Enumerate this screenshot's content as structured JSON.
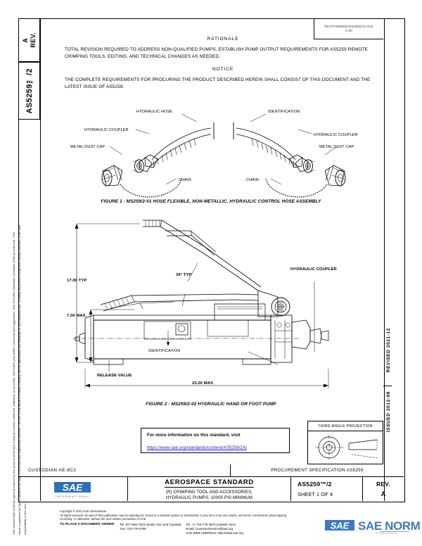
{
  "document": {
    "standard_number": "AS5259™/2",
    "revision_label": "REV.",
    "revision": "A",
    "reaffirm_box": "REAFFIRMED/ISSUED/CLASS\n2-20",
    "issued": "ISSUED 2012-08",
    "revised": "REVISED 2021-12"
  },
  "header": {
    "rationale_title": "RATIONALE",
    "rationale_text": "TOTAL REVISION REQUIRED TO ADDRESS NON-QUALIFIED PUMPS, ESTABLISH PUMP OUTPUT REQUIREMENTS FOR AS5259 REMOTE CRIMPING TOOLS, EDITING, AND TECHNICAL CHANGES AS NEEDED.",
    "notice_title": "NOTICE",
    "notice_text": "THE COMPLETE REQUIREMENTS FOR PROCURING THE PRODUCT DESCRIBED HEREIN SHALL CONSIST OF THIS DOCUMENT AND THE LATEST ISSUE OF AS5259."
  },
  "disclaimer": "SAE reviews each technical report at least every five years at which time it may be revised, reaffirmed, stabilized, or cancelled. SAE invites your written comments and suggestions. SAE Executive Standards Committee Rules provide that: \"This report is published by SAE to advance the state of technical and engineering sciences. The use of this report is entirely voluntary, and its applicability and suitability for any particular use, including any patent infringement arising therefrom, is the sole responsibility of the user.\"",
  "figure1": {
    "caption": "FIGURE 1 - MS259/2-01 HOSE FLEXIBLE, NON-METALLIC, HYDRAULIC CONTROL HOSE ASSEMBLY",
    "labels": {
      "hose": "HYDRAULIC HOSE",
      "identification": "IDENTIFICATION",
      "coupler_left": "HYDRAULIC COUPLER",
      "coupler_right": "HYDRAULIC COUPLER",
      "cap_left": "METAL DUST CAP",
      "cap_right": "METAL DUST CAP",
      "chain_left": "CHAIN",
      "chain_right": "CHAIN"
    }
  },
  "figure2": {
    "caption": "FIGURE 2 - MS259/2-02 HYDRAULIC HAND OR FOOT PUMP",
    "labels": {
      "height": "17.00 TYP",
      "body_height": "7.00 MAX.",
      "angle": "39° TYP",
      "coupler": "HYDRAULIC COUPLER",
      "identification": "IDENTIFICATION",
      "release_valve": "RELEASE VALUE",
      "length": "25.00 MAX."
    }
  },
  "url_box": {
    "line1": "For more information on this standard, visit",
    "line2": "https://www.sae.org/standards/content/AS5259/2A/"
  },
  "projection_box": {
    "caption": "THIRD ANGLE PROJECTION"
  },
  "title_block": {
    "custodian": "CUSTODIAN  AE-8C2",
    "procurement": "PROCUREMENT SPECIFICATION AS5259",
    "logo_text": "SAE",
    "logo_sub": "INTERNATIONAL",
    "standard_title": "AEROSPACE STANDARD",
    "subtitle": "(R) CRIMPING TOOL AND ACCESSORIES,\nHYDRAULIC PUMPS, 10000 PSI MINIMUM",
    "doc_number": "AS5259™/2",
    "sheet": "SHEET 1 OF 4",
    "rev_label": "REV.",
    "rev_value": "A"
  },
  "footer": {
    "copyright": "Copyright © 2021 SAE International",
    "rights_line1": "All rights reserved. No part of this publication may be reproduced, stored in a retrieval system or transmitted, in any form or by any means, electronic, mechanical, photocopying,",
    "rights_line2": "recording, or otherwise, without the prior written permission of SAE.",
    "order_label": "TO PLACE A DOCUMENT ORDER:",
    "tel_inside": "Tel:        877-606-7323 (inside USA and Canada)",
    "tel_outside": "Tel:  +1 724-776-4970 (outside USA)",
    "fax": "Fax:       724-776-0790",
    "email": "Email:  CustomerService@sae.org",
    "web_label": "SAE WEB ADDRESS:",
    "web_url": "http://www.sae.org"
  },
  "watermark": {
    "sae": "SAE",
    "norm": "SAE NORM",
    "sub": "STANDARDS"
  },
  "colors": {
    "sae_blue": "#2f6fb8",
    "link_blue": "#1a1ad0",
    "ink": "#000000"
  }
}
